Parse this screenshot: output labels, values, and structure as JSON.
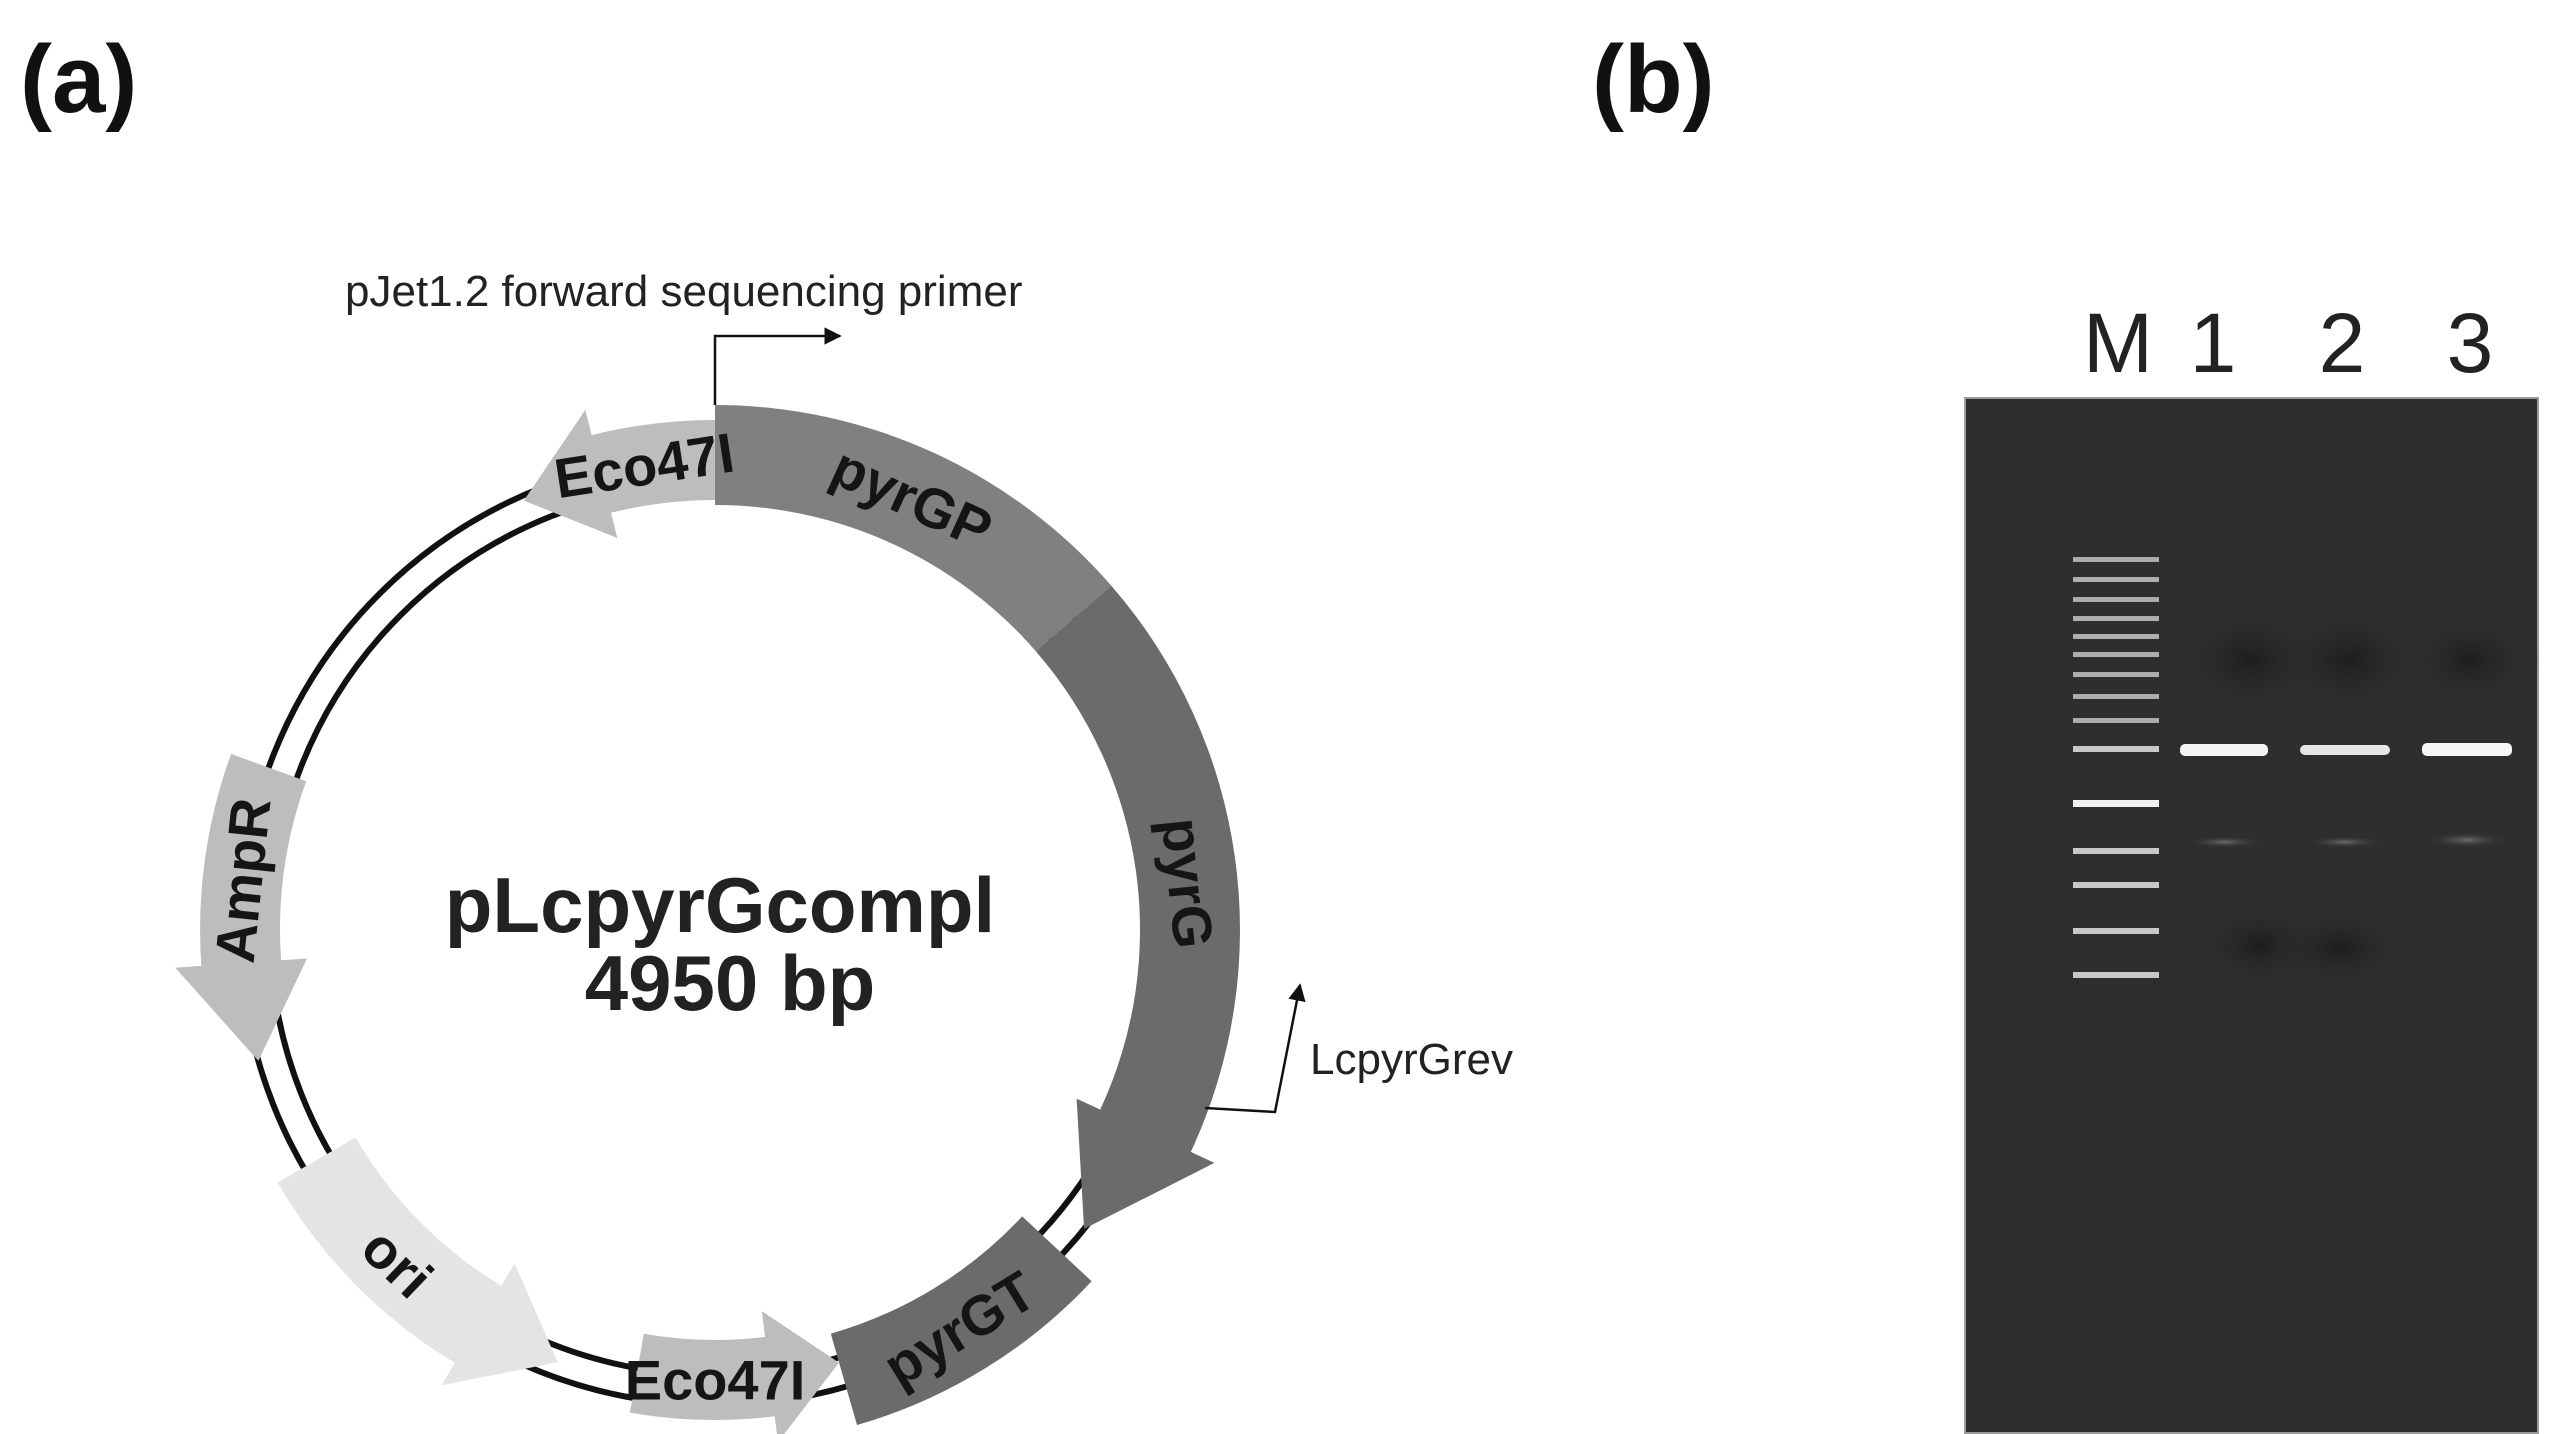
{
  "panels": {
    "a": "(a)",
    "b": "(b)"
  },
  "plasmid": {
    "name": "pLcpyrGcompl",
    "size": "4950 bp",
    "primers": {
      "forward": "pJet1.2 forward sequencing primer",
      "reverse": "LcpyrGrev"
    },
    "features": {
      "eco47i_top": "Eco47I",
      "pyrgp": "pyrGP",
      "pyrg": "pyrG",
      "pyrgt": "pyrGT",
      "eco47i_bottom": "Eco47I",
      "ori": "ori",
      "ampr": "AmpR"
    },
    "colors": {
      "dark_gene": "#6b6b6b",
      "mid_gene": "#808080",
      "light_arrow": "#bdbdbd",
      "ori_arrow": "#e4e4e4",
      "backbone": "#111111"
    }
  },
  "gel": {
    "lanes": [
      "M",
      "1",
      "2",
      "3"
    ],
    "colors": {
      "background": "#2e2e2e",
      "band": "#f2f2f2"
    }
  }
}
